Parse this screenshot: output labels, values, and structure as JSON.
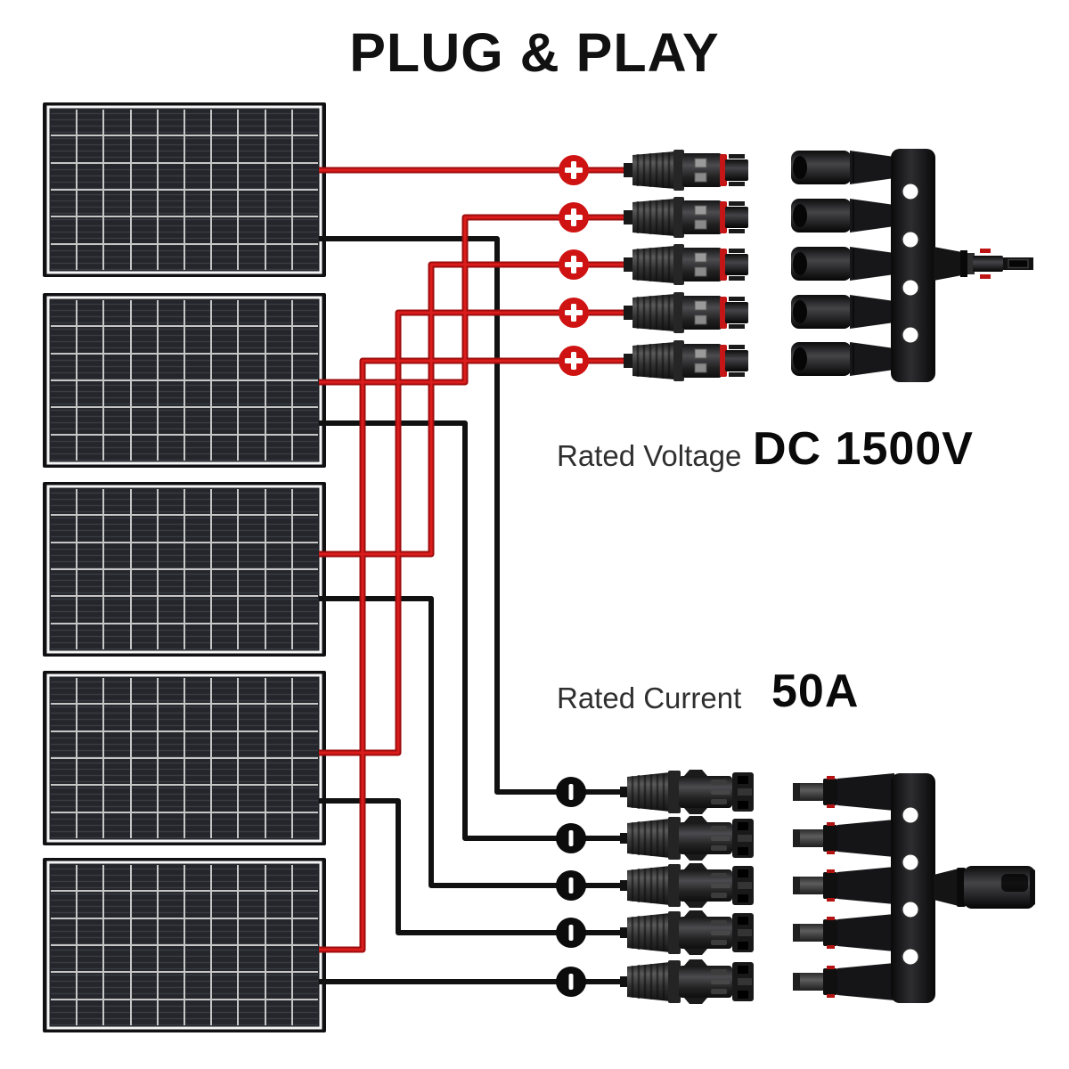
{
  "title": "PLUG & PLAY",
  "ratings": {
    "voltage": {
      "label": "Rated Voltage",
      "value": "DC 1500V"
    },
    "current": {
      "label": "Rated Current",
      "value": "50A"
    }
  },
  "diagram": {
    "panel_count": 5,
    "positive_marker": "+",
    "negative_marker": "-",
    "positive_branch": "5-to-1 branch connector (male output)",
    "negative_branch": "5-to-1 branch connector (female output)",
    "colors": {
      "positive_wire": "#c41616",
      "negative_wire": "#111111",
      "positive_marker_bg": "#cf1313",
      "negative_marker_bg": "#0c0c0c",
      "marker_glyph": "#ffffff"
    }
  }
}
